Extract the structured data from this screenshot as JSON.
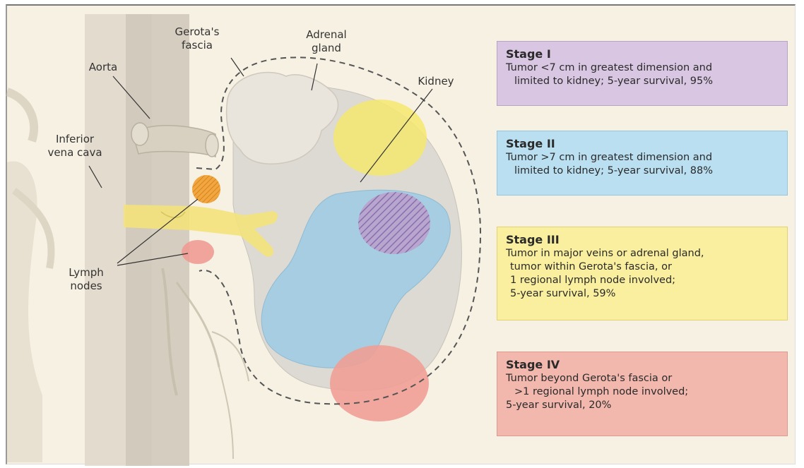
{
  "labels": {
    "gerota": [
      "Gerota's",
      "fascia"
    ],
    "adrenal": [
      "Adrenal",
      "gland"
    ],
    "aorta": [
      "Aorta"
    ],
    "kidney": [
      "Kidney"
    ],
    "ivc": [
      "Inferior",
      "vena cava"
    ],
    "lymph": [
      "Lymph",
      "nodes"
    ]
  },
  "stages": [
    {
      "title": "Stage I",
      "lines": [
        "Tumor <7 cm in greatest dimension and",
        "limited to kidney; 5-year survival, 95%"
      ],
      "color": "#d9c6e2",
      "border": "#b9a3c6"
    },
    {
      "title": "Stage II",
      "lines": [
        "Tumor >7 cm in greatest dimension and",
        "limited to kidney; 5-year survival, 88%"
      ],
      "color": "#b9dff1",
      "border": "#93c6df"
    },
    {
      "title": "Stage III",
      "lines": [
        "Tumor in major veins or adrenal gland,",
        "tumor within Gerota's fascia, or",
        "1 regional lymph node involved;",
        "5-year survival, 59%"
      ],
      "color": "#f9ef9e",
      "border": "#e1d36f"
    },
    {
      "title": "Stage IV",
      "lines": [
        "Tumor beyond Gerota's fascia or",
        ">1 regional lymph node involved;",
        "5-year survival, 20%"
      ],
      "color": "#f2b7ad",
      "border": "#dd9a8f"
    }
  ]
}
